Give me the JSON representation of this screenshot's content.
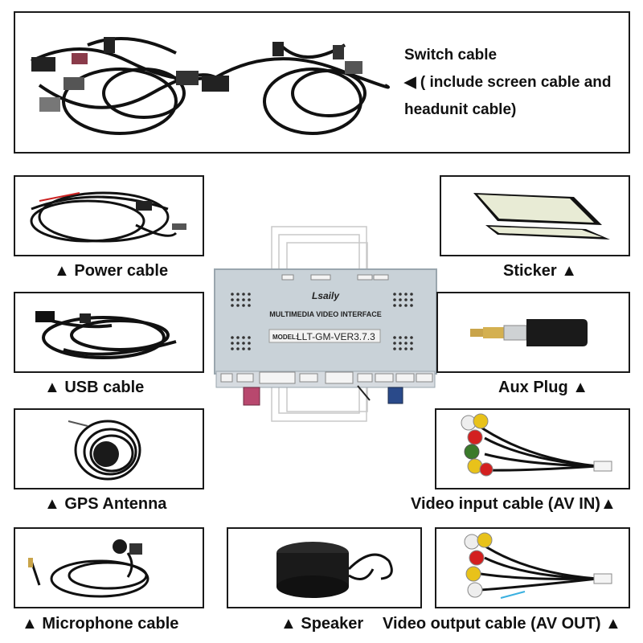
{
  "switch_cable": {
    "line1": "Switch cable",
    "line2": "◀ ( include screen cable and",
    "line3": "headunit cable)"
  },
  "labels": {
    "power_cable": "▲ Power cable",
    "sticker": "Sticker ▲",
    "usb_cable": "▲ USB cable",
    "aux_plug": "Aux Plug ▲",
    "gps_antenna": "▲ GPS Antenna",
    "video_input_cable": "Video input cable (AV IN)▲",
    "microphone_cable": "▲ Microphone cable",
    "speaker": "▲ Speaker",
    "video_output_cable": "Video output cable (AV OUT) ▲"
  },
  "module": {
    "brand": "Lsaily",
    "subtitle": "MULTIMEDIA VIDEO INTERFACE",
    "model_label": "MODEL:",
    "model_value": "LLT-GM-VER3.7.3"
  },
  "colors": {
    "module_body": "#c9d2d8",
    "frame_border": "#1a1a1a",
    "rca_red": "#d32020",
    "rca_yellow": "#e8c21a",
    "rca_white": "#eeeeee",
    "connector_pink": "#b8486e",
    "connector_blue": "#2a4a8a"
  }
}
